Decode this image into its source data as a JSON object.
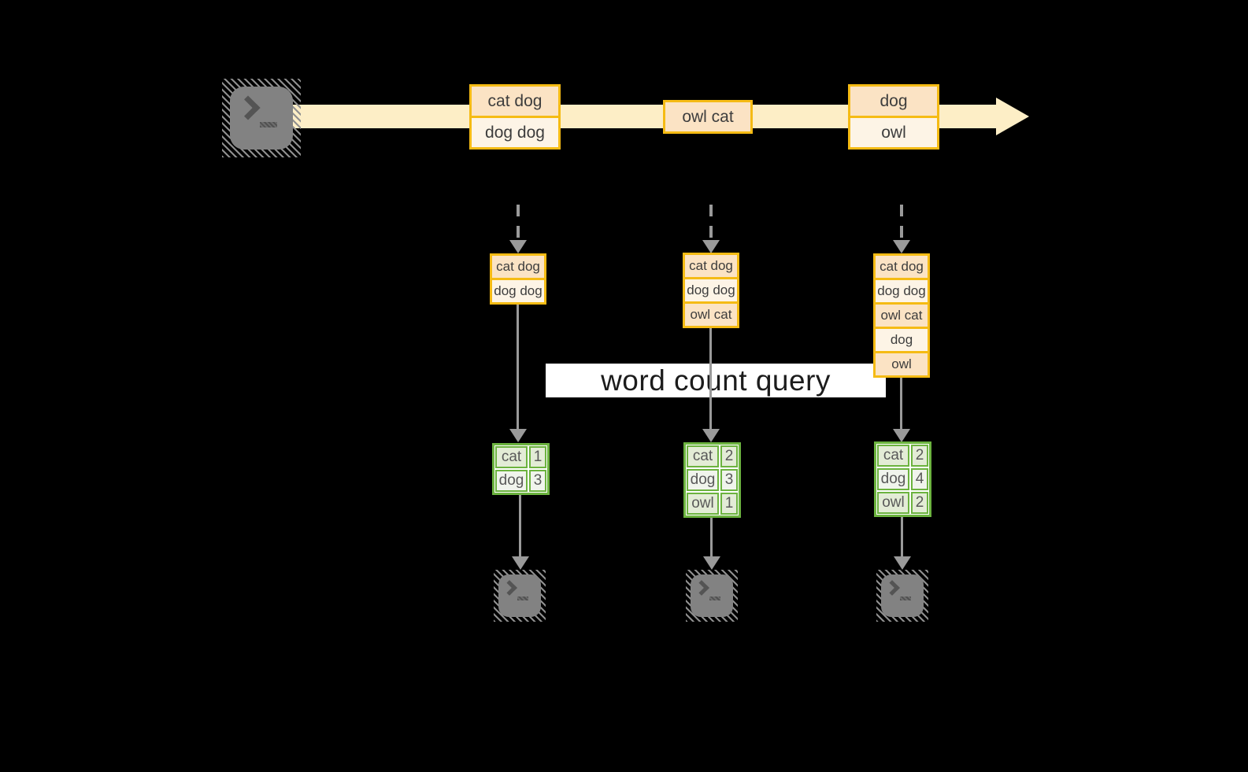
{
  "banner": {
    "label": "word count query"
  },
  "stream": {
    "batches": [
      {
        "lines": [
          "cat dog",
          "dog dog"
        ]
      },
      {
        "lines": [
          "owl cat"
        ]
      },
      {
        "lines": [
          "dog",
          "owl"
        ]
      }
    ]
  },
  "columns": [
    {
      "buffer": [
        "cat dog",
        "dog dog"
      ],
      "counts": [
        {
          "word": "cat",
          "count": "1"
        },
        {
          "word": "dog",
          "count": "3"
        }
      ]
    },
    {
      "buffer": [
        "cat dog",
        "dog dog",
        "owl cat"
      ],
      "counts": [
        {
          "word": "cat",
          "count": "2"
        },
        {
          "word": "dog",
          "count": "3"
        },
        {
          "word": "owl",
          "count": "1"
        }
      ]
    },
    {
      "buffer": [
        "cat dog",
        "dog dog",
        "owl cat",
        "dog",
        "owl"
      ],
      "counts": [
        {
          "word": "cat",
          "count": "2"
        },
        {
          "word": "dog",
          "count": "4"
        },
        {
          "word": "owl",
          "count": "2"
        }
      ]
    }
  ],
  "colors": {
    "background": "#000000",
    "gold_border": "#f5bb14",
    "stream_fill": "#fdeec6",
    "peach_fill": "#fbe3c4",
    "cream_fill": "#fdf4e6",
    "green_border": "#6cb33f",
    "green_cell_a": "#e3ecd6",
    "green_cell_b": "#f0f4ec",
    "connector_gray": "#9a9a9a",
    "banner_bg": "#ffffff"
  }
}
